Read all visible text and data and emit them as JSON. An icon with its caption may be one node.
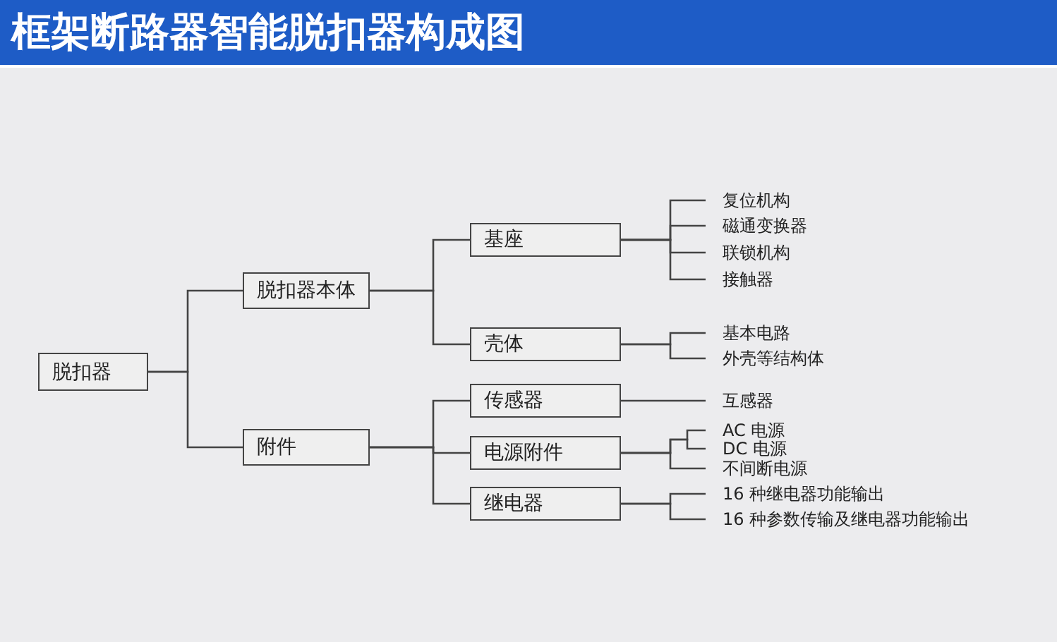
{
  "diagram": {
    "title": "框架断路器智能脱扣器构成图",
    "nodes": [
      {
        "text": [
          "脱扣器"
        ]
      },
      {
        "text": [
          "脱扣器本体"
        ]
      },
      {
        "text": [
          "附件"
        ]
      },
      {
        "text": [
          "基座"
        ]
      },
      {
        "text": [
          "壳体"
        ]
      },
      {
        "text": [
          "传感器"
        ]
      },
      {
        "text": [
          "电源附件"
        ]
      },
      {
        "text": [
          "继电器"
        ]
      },
      {
        "text": [
          "复位机构"
        ]
      },
      {
        "text": [
          "磁通变换器"
        ]
      },
      {
        "text": [
          "联锁机构"
        ]
      },
      {
        "text": [
          "接触器"
        ]
      },
      {
        "text": [
          "基本电路"
        ]
      },
      {
        "text": [
          "外壳等结构体"
        ]
      },
      {
        "text": [
          "互感器"
        ]
      },
      {
        "text": [
          "AC 电源"
        ]
      },
      {
        "text": [
          "DC 电源"
        ]
      },
      {
        "text": [
          "不间断电源"
        ]
      },
      {
        "text": [
          "16 种继电器功能输出"
        ]
      },
      {
        "text": [
          "16 种参数传输及继电器功能输出"
        ]
      }
    ],
    "edges": [
      {
        "from": 0,
        "to": 1,
        "arrow": "none"
      },
      {
        "from": 0,
        "to": 2,
        "arrow": "none"
      },
      {
        "from": 1,
        "to": 3,
        "arrow": "none"
      },
      {
        "from": 1,
        "to": 4,
        "arrow": "none"
      },
      {
        "from": 2,
        "to": 5,
        "arrow": "none"
      },
      {
        "from": 2,
        "to": 6,
        "arrow": "none"
      },
      {
        "from": 2,
        "to": 7,
        "arrow": "none"
      },
      {
        "from": 3,
        "to": 8,
        "arrow": "none"
      },
      {
        "from": 3,
        "to": 9,
        "arrow": "none"
      },
      {
        "from": 3,
        "to": 10,
        "arrow": "none"
      },
      {
        "from": 3,
        "to": 11,
        "arrow": "none"
      },
      {
        "from": 4,
        "to": 12,
        "arrow": "none"
      },
      {
        "from": 4,
        "to": 13,
        "arrow": "none"
      },
      {
        "from": 5,
        "to": 14,
        "arrow": "none"
      },
      {
        "from": 6,
        "to": 15,
        "arrow": "none"
      },
      {
        "from": 6,
        "to": 16,
        "arrow": "none"
      },
      {
        "from": 6,
        "to": 17,
        "arrow": "none"
      },
      {
        "from": 7,
        "to": 18,
        "arrow": "none"
      },
      {
        "from": 7,
        "to": 19,
        "arrow": "none"
      }
    ]
  }
}
